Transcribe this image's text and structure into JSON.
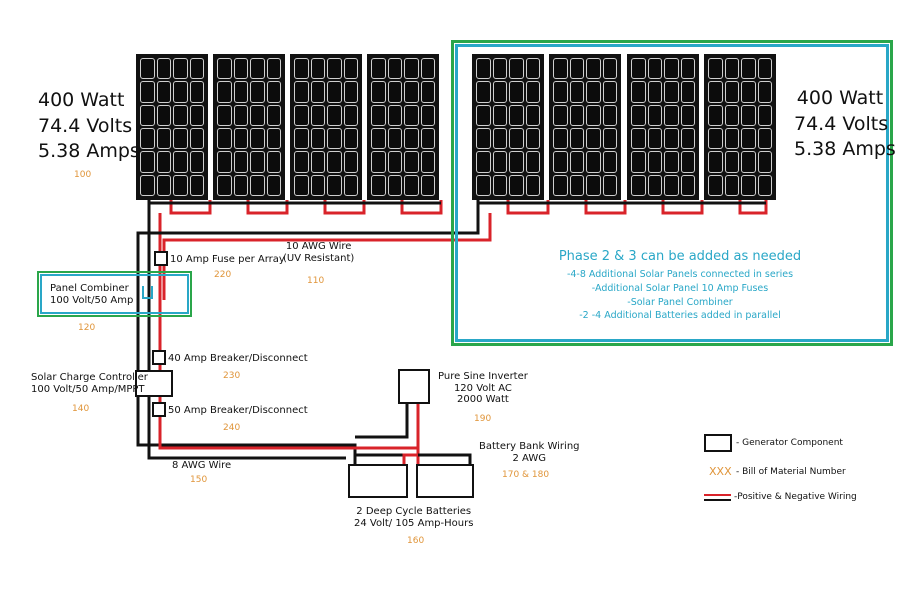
{
  "specs_left": {
    "watt": "400 Watt",
    "volts": "74.4 Volts",
    "amps": "5.38 Amps",
    "bom": "100"
  },
  "specs_right": {
    "watt": "400 Watt",
    "volts": "74.4 Volts",
    "amps": "5.38 Amps"
  },
  "fuse": {
    "label": "10 Amp Fuse per Array",
    "bom": "220"
  },
  "wire10": {
    "line1": "10 AWG Wire",
    "line2": "(UV Resistant)",
    "bom": "110"
  },
  "combiner": {
    "line1": "Panel Combiner",
    "line2": "100 Volt/50 Amp",
    "bom": "120"
  },
  "breaker40": {
    "label": "40 Amp Breaker/Disconnect",
    "bom": "230"
  },
  "controller": {
    "line1": "Solar Charge Controller",
    "line2": "100 Volt/50 Amp/MPPT",
    "bom": "140"
  },
  "breaker50": {
    "label": "50 Amp Breaker/Disconnect",
    "bom": "240"
  },
  "wire8": {
    "label": "8 AWG Wire",
    "bom": "150"
  },
  "inverter": {
    "line1": "Pure Sine Inverter",
    "line2": "120 Volt AC",
    "line3": "2000 Watt",
    "bom": "190"
  },
  "battery_wiring": {
    "line1": "Battery Bank Wiring",
    "line2": "2 AWG",
    "bom": "170 & 180"
  },
  "batteries": {
    "line1": "2 Deep Cycle Batteries",
    "line2": "24 Volt/ 105 Amp-Hours",
    "bom": "160"
  },
  "phase": {
    "title": "Phase 2 & 3 can be added as needed",
    "lines": [
      "-4-8  Additional Solar Panels connected in series",
      "-Additional Solar Panel 10 Amp Fuses",
      "-Solar Panel Combiner",
      "-2 -4  Additional Batteries added in parallel"
    ]
  },
  "legend": {
    "component": "- Generator Component",
    "bom_sample": "XXX",
    "bom": "- Bill of Material Number",
    "wiring": "-Positive & Negative Wiring"
  },
  "colors": {
    "positive": "#d9232a",
    "negative": "#111111",
    "phase_green": "#2aa64a",
    "phase_blue": "#29a7c7",
    "bom_orange": "#e0953a"
  }
}
